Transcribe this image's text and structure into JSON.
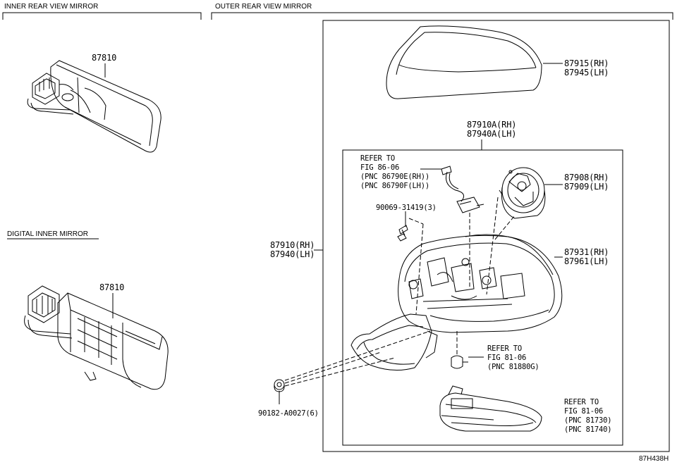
{
  "sections": {
    "inner": "INNER REAR VIEW MIRROR",
    "outer": "OUTER REAR VIEW MIRROR",
    "digital": "DIGITAL INNER MIRROR"
  },
  "labels": {
    "inner_mirror_pn": "87810",
    "digital_mirror_pn": "87810",
    "cover_rh": "87915(RH)",
    "cover_lh": "87945(LH)",
    "sub_assy_rh": "87910A(RH)",
    "sub_assy_lh": "87940A(LH)",
    "refer1_line1": "REFER TO",
    "refer1_line2": "FIG 86-06",
    "refer1_line3": "(PNC 86790E(RH))",
    "refer1_line4": "(PNC 86790F(LH))",
    "bolt_pn": "90069-31419(3)",
    "actuator_rh": "87908(RH)",
    "actuator_lh": "87909(LH)",
    "assy_rh": "87910(RH)",
    "assy_lh": "87940(LH)",
    "housing_rh": "87931(RH)",
    "housing_lh": "87961(LH)",
    "refer2_line1": "REFER TO",
    "refer2_line2": "FIG 81-06",
    "refer2_line3": "(PNC 81880G)",
    "refer3_line1": "REFER TO",
    "refer3_line2": "FIG 81-06",
    "refer3_line3": "(PNC 81730)",
    "refer3_line4": "(PNC 81740)",
    "clip_pn": "90182-A0027(6)",
    "figure_code": "87H438H"
  },
  "icons": [
    "inner-mirror-icon",
    "digital-mirror-icon",
    "mirror-cover-icon",
    "actuator-icon",
    "mirror-housing-icon",
    "turn-signal-icon",
    "bolt-icon",
    "clip-icon",
    "bulb-icon",
    "wiring-connector-icon"
  ]
}
